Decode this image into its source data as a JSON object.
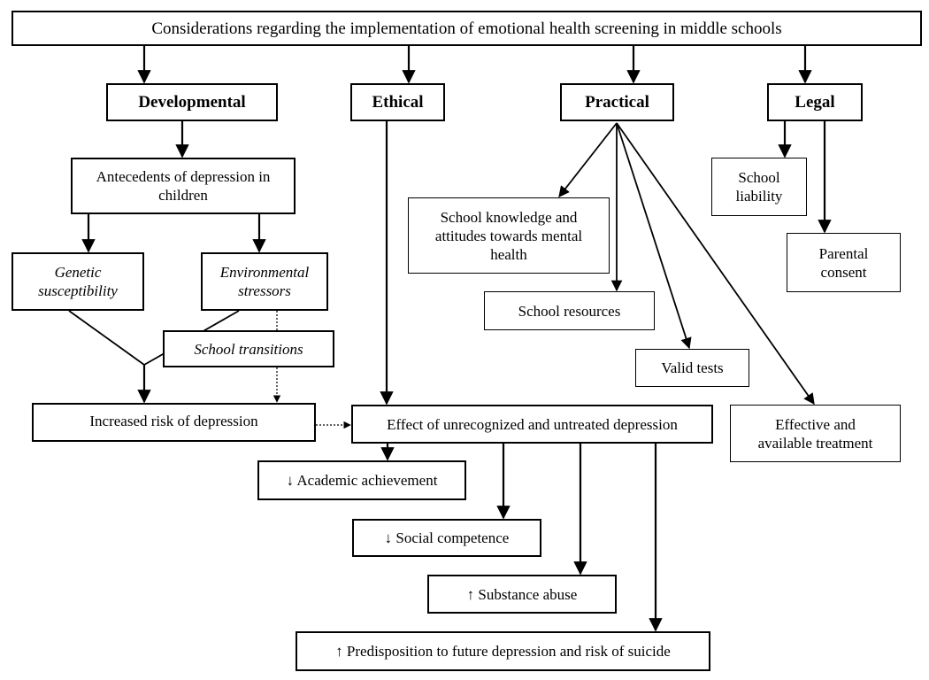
{
  "title": "Considerations regarding the implementation of emotional health screening in middle schools",
  "categories": {
    "developmental": "Developmental",
    "ethical": "Ethical",
    "practical": "Practical",
    "legal": "Legal"
  },
  "developmental": {
    "antecedents": "Antecedents of depression in children",
    "genetic": "Genetic susceptibility",
    "environmental": "Environmental stressors",
    "transitions": "School transitions",
    "increased_risk": "Increased risk of depression"
  },
  "practical": {
    "knowledge": "School knowledge and attitudes towards mental health",
    "resources": "School resources",
    "valid_tests": "Valid tests",
    "treatment": "Effective and available treatment"
  },
  "legal": {
    "liability": "School liability",
    "consent": "Parental consent"
  },
  "effects": {
    "main": "Effect of unrecognized and untreated depression",
    "academic": "↓ Academic achievement",
    "social": "↓ Social competence",
    "substance": "↑ Substance abuse",
    "predisposition": "↑ Predisposition to future depression and risk of suicide"
  },
  "colors": {
    "line": "#000000",
    "box_border": "#000000",
    "background": "#ffffff"
  }
}
